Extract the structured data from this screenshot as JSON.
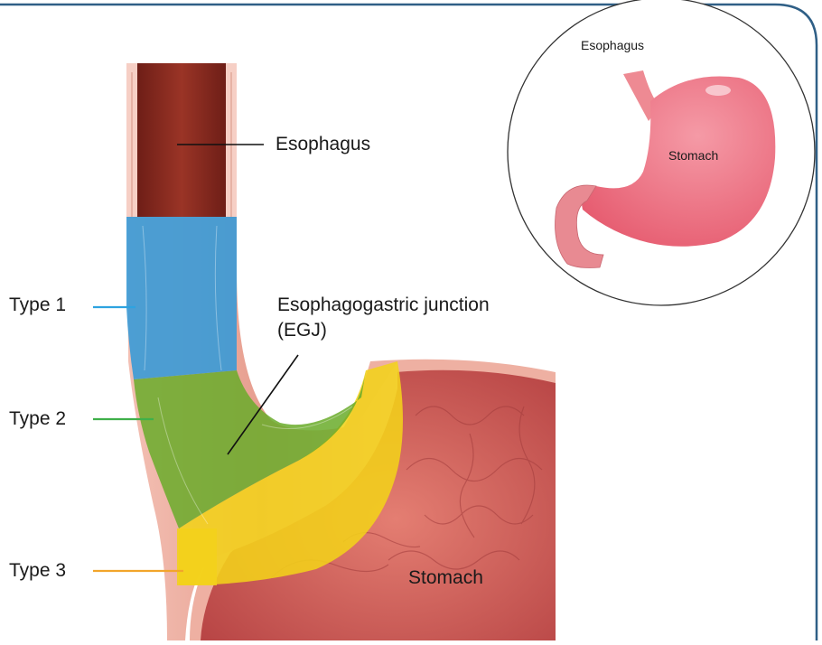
{
  "labels": {
    "esophagus": "Esophagus",
    "egj_line1": "Esophagogastric junction",
    "egj_line2": "(EGJ)",
    "type1": "Type 1",
    "type2": "Type 2",
    "type3": "Type 3",
    "stomach": "Stomach"
  },
  "inset": {
    "esophagus": "Esophagus",
    "stomach": "Stomach"
  },
  "colors": {
    "frame": "#2f5f86",
    "type1": "#2ea3e0",
    "type2": "#3fb04a",
    "type3": "#f2a52b",
    "esophagus_lumen": "#8a2e22",
    "stomach_wall": "#e8a89a",
    "stomach_interior": "#c94f4f",
    "inset_stomach": "#ec6a7a"
  }
}
